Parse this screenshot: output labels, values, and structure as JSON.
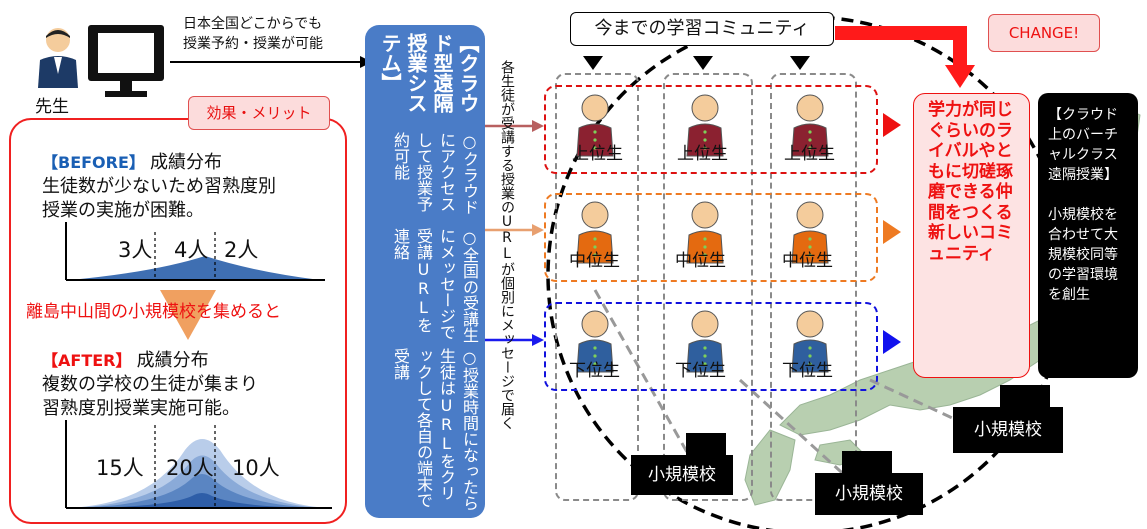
{
  "teacher": {
    "label": "先生"
  },
  "reach": {
    "line1": "日本全国どこからでも",
    "line2": "授業予約・授業が可能"
  },
  "merit": {
    "tag": "効果・メリット",
    "before_head": "【BEFORE】",
    "before_title": "成績分布",
    "before_line1": "生徒数が少ないため習熟度別",
    "before_line2": "授業の実施が困難。",
    "before_counts": [
      "3人",
      "4人",
      "2人"
    ],
    "gather": "離島中山間の小規模校を集めると",
    "after_head": "【AFTER】",
    "after_title": "成績分布",
    "after_line1": "複数の学校の生徒が集まり",
    "after_line2": "習熟度別授業実施可能。",
    "after_counts": [
      "15人",
      "20人",
      "10人"
    ]
  },
  "cloud": {
    "title": "【クラウド型遠隔授業システム】",
    "line1": "○クラウドにアクセスして授業予約可能",
    "line2": "○全国の受講生にメッセージで受講URLを連絡",
    "line3": "○授業時間になったら生徒はURLをクリックして各自の端末で受講"
  },
  "message_text": "各生徒が受講する授業のURLが個別にメッセージで届く",
  "community": {
    "title": "今までの学習コミュニティ",
    "change": "CHANGE!"
  },
  "tiers": {
    "top": "上位生",
    "mid": "中位生",
    "low": "下位生"
  },
  "colors": {
    "top": "#dd1111",
    "mid": "#ee7a22",
    "low": "#1111dd",
    "cloud": "#4a7cc7",
    "red": "#ff0000"
  },
  "new_community": "学力が同じぐらいのライバルやともに切磋琢磨できる仲間をつくる新しいコミュニティ",
  "virtual": {
    "title": "【クラウド上のバーチャルクラス遠隔授業】",
    "desc": "小規模校を合わせて大規模校同等の学習環境を創生"
  },
  "schools": [
    "小規模校",
    "小規模校",
    "小規模校"
  ],
  "icons": [
    "person-icon",
    "monitor-icon",
    "japan-map"
  ]
}
